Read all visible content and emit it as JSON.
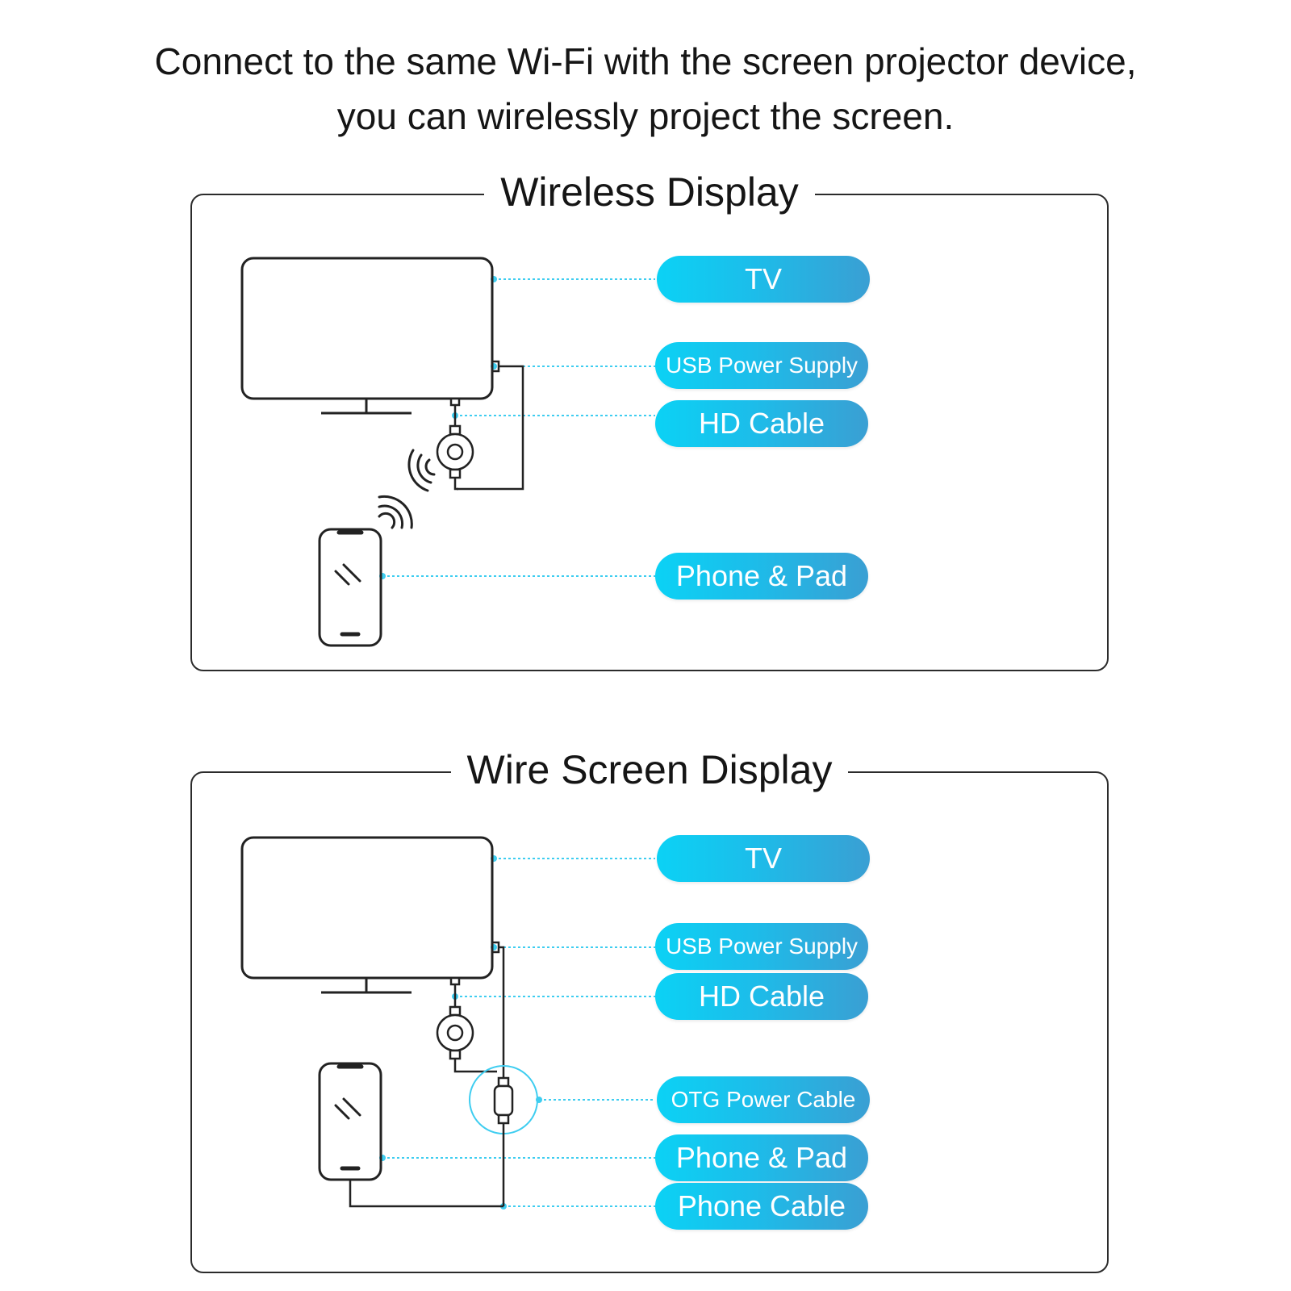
{
  "headline": {
    "line1": "Connect to the same Wi-Fi with the screen projector device,",
    "line2": "you can wirelessly project the screen."
  },
  "panels": [
    {
      "title": "Wireless Display",
      "labels": [
        "TV",
        "USB Power Supply",
        "HD Cable",
        "Phone & Pad"
      ]
    },
    {
      "title": "Wire Screen Display",
      "labels": [
        "TV",
        "USB Power Supply",
        "HD Cable",
        "OTG Power Cable",
        "Phone & Pad",
        "Phone Cable"
      ]
    }
  ],
  "colors": {
    "accent": "#1cbdea",
    "accent_start": "#0bd2f5",
    "accent_end": "#3a9fd3",
    "leader_line": "#3ecdf0",
    "outline": "#2b2b2b"
  },
  "icons": [
    "tv-icon",
    "projector-dongle-icon",
    "wifi-signal-icon",
    "phone-icon",
    "otg-connector-icon"
  ]
}
